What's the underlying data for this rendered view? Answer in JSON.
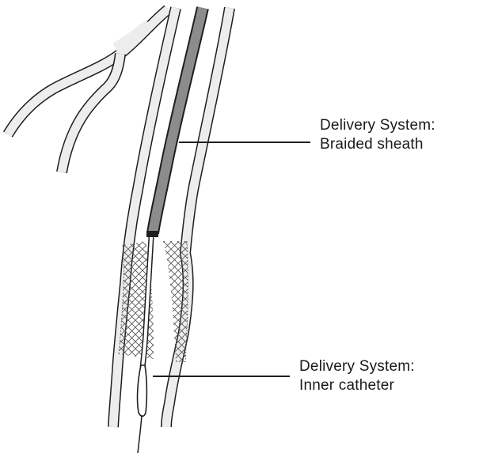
{
  "labels": {
    "sheath": {
      "line1": "Delivery System:",
      "line2": "Braided sheath"
    },
    "inner_catheter": {
      "line1": "Delivery System:",
      "line2": "Inner catheter"
    }
  },
  "colors": {
    "outline": "#1e1e1e",
    "vessel_wall": "#ededed",
    "sheath_fill": "#8c8c8c",
    "stent_mesh": "#555555"
  },
  "icons": [
    "vessel",
    "braided-sheath",
    "stent",
    "inner-catheter",
    "guidewire"
  ]
}
